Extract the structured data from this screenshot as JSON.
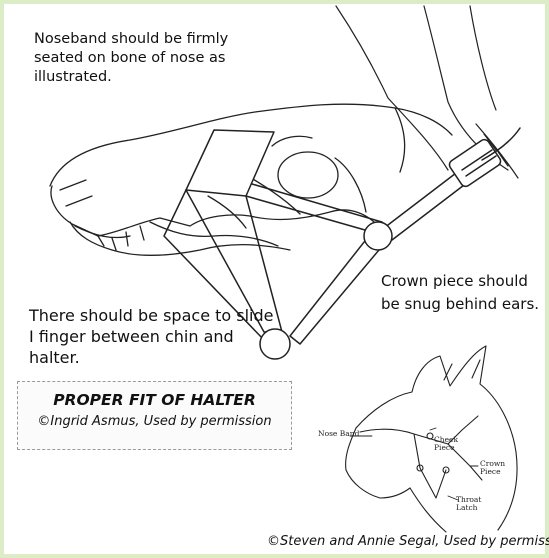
{
  "labels": {
    "noseband": "Noseband should be firmly seated on bone of nose as illustrated.",
    "crown": "Crown piece should be snug behind ears.",
    "space": "There should be space to slide I finger between chin and halter."
  },
  "caption": {
    "title": "PROPER FIT OF HALTER",
    "credit": "©Ingrid Asmus, Used by permission"
  },
  "small_diagram": {
    "nose_band": "Nose Band",
    "cheek_piece": "Cheek Piece",
    "crown_piece": "Crown Piece",
    "throat_latch": "Throat Latch"
  },
  "bottom_credit": "©Steven and Annie Segal, Used by permission",
  "colors": {
    "frame": "#dcecc6",
    "ink": "#111111"
  }
}
